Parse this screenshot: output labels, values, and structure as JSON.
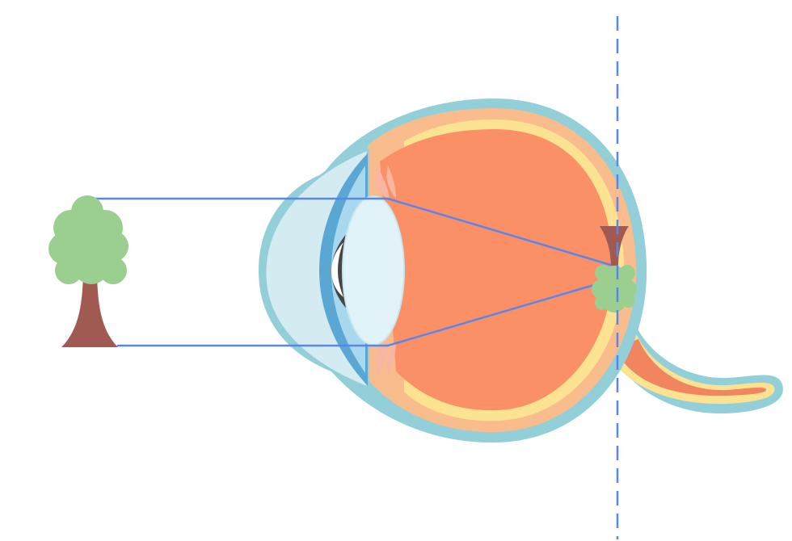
{
  "diagram": {
    "subject": "eye-image-formation",
    "object": "tree",
    "image": "inverted-tree-on-retina",
    "reference_line": "dashed-vertical",
    "colors": {
      "sclera_outer": "#93cfd8",
      "choroid": "#f9bc8c",
      "retina_band": "#fbe391",
      "vitreous": "#fb9066",
      "cornea_outer": "#d4ecf1",
      "iris": "#5aa7d3",
      "lens": "#e1f3f8",
      "pupil": "#454545",
      "ciliary": "#f8b5a2",
      "optic_nerve": "#f0855f",
      "ray": "#5a86ec",
      "dashed_line": "#5a86ec",
      "tree_foliage": "#9bcf8f",
      "tree_trunk": "#a15a52"
    }
  }
}
